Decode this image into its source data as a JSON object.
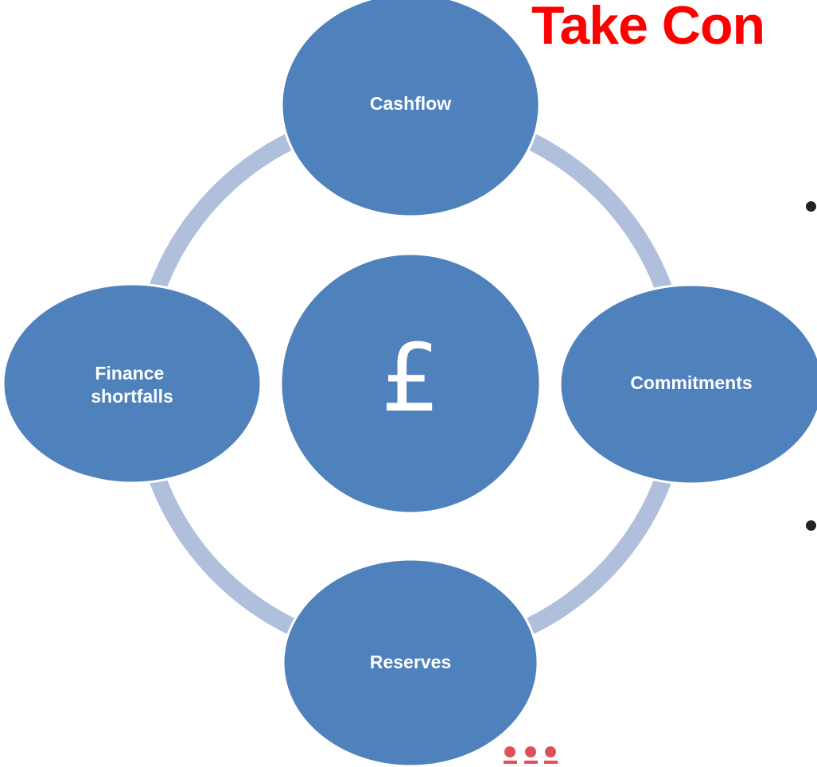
{
  "slide": {
    "title": "Take Con",
    "title_color": "#ff0000"
  },
  "diagram": {
    "center": {
      "symbol": "£"
    },
    "nodes": [
      {
        "id": "cashflow",
        "label_lines": [
          "Cashflow"
        ]
      },
      {
        "id": "commitments",
        "label_lines": [
          "Commitments"
        ]
      },
      {
        "id": "reserves",
        "label_lines": [
          "Reserves"
        ]
      },
      {
        "id": "finance-shortfalls",
        "label_lines": [
          "Finance",
          "shortfalls"
        ]
      }
    ],
    "colors": {
      "node_fill": "#4f81bd",
      "ring": "#b0c0dc",
      "node_stroke": "#ffffff"
    }
  },
  "bullets": [
    {},
    {}
  ],
  "logo": {
    "name": "three-dots-logo"
  }
}
